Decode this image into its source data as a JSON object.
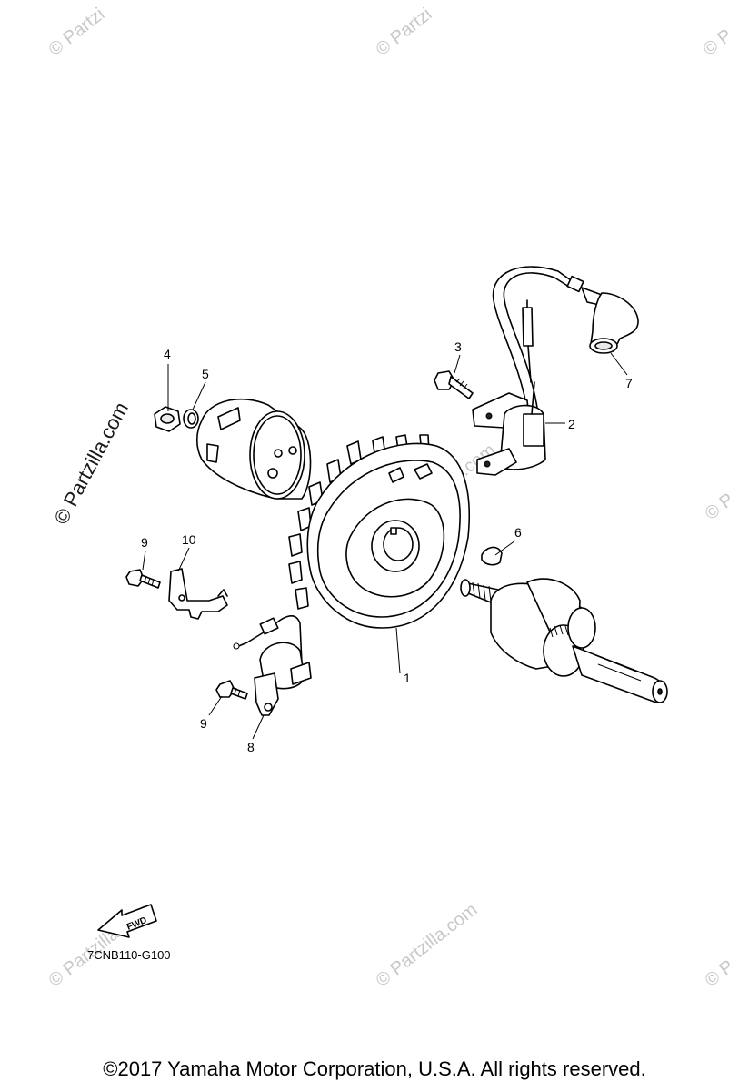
{
  "watermark": {
    "text": "© Partzilla.com",
    "text_cropped": "© Partzi",
    "text_edge": "© P"
  },
  "callouts": [
    "1",
    "2",
    "3",
    "4",
    "5",
    "6",
    "7",
    "8",
    "9",
    "9",
    "10"
  ],
  "diagram_code": "7CNB110-G100",
  "fwd_label": "FWD",
  "copyright": "©2017  Yamaha Motor Corporation, U.S.A. All rights reserved."
}
